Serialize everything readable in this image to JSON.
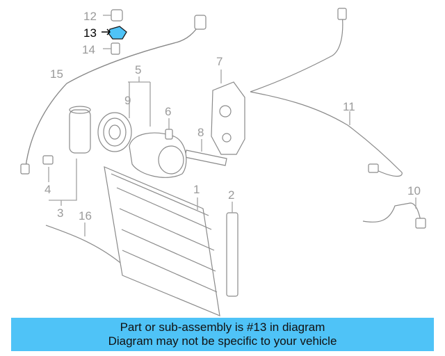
{
  "diagram": {
    "callouts": {
      "c1": "1",
      "c2": "2",
      "c3": "3",
      "c4": "4",
      "c5": "5",
      "c6": "6",
      "c7": "7",
      "c8": "8",
      "c9": "9",
      "c10": "10",
      "c11": "11",
      "c12": "12",
      "c13": "13",
      "c14": "14",
      "c15": "15",
      "c16": "16"
    },
    "highlight_part": "13",
    "highlight_color": "#4fc3f7"
  },
  "banner": {
    "line1": "Part or sub-assembly is #13 in diagram",
    "line2": "Diagram may not be specific to your vehicle",
    "background": "#4fc3f7"
  }
}
